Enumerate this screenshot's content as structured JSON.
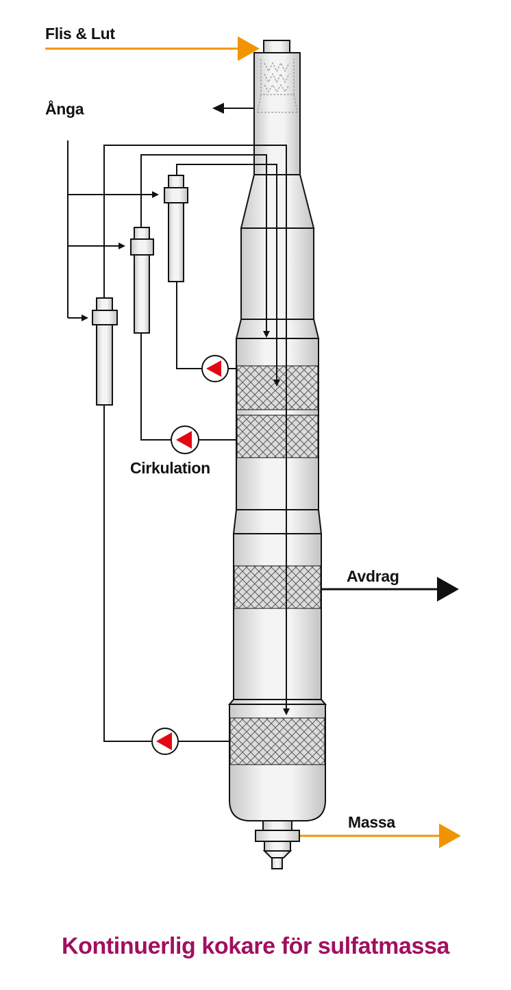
{
  "labels": {
    "feed": "Flis & Lut",
    "steam": "Ånga",
    "circulation": "Cirkulation",
    "extraction": "Avdrag",
    "pulp": "Massa"
  },
  "caption": "Kontinuerlig kokare för sulfatmassa",
  "colors": {
    "caption": "#a0105e",
    "feed_arrow": "#f29400",
    "pump_triangle": "#e30613",
    "line": "#111111",
    "vessel_fill": "#e6e6e6"
  }
}
